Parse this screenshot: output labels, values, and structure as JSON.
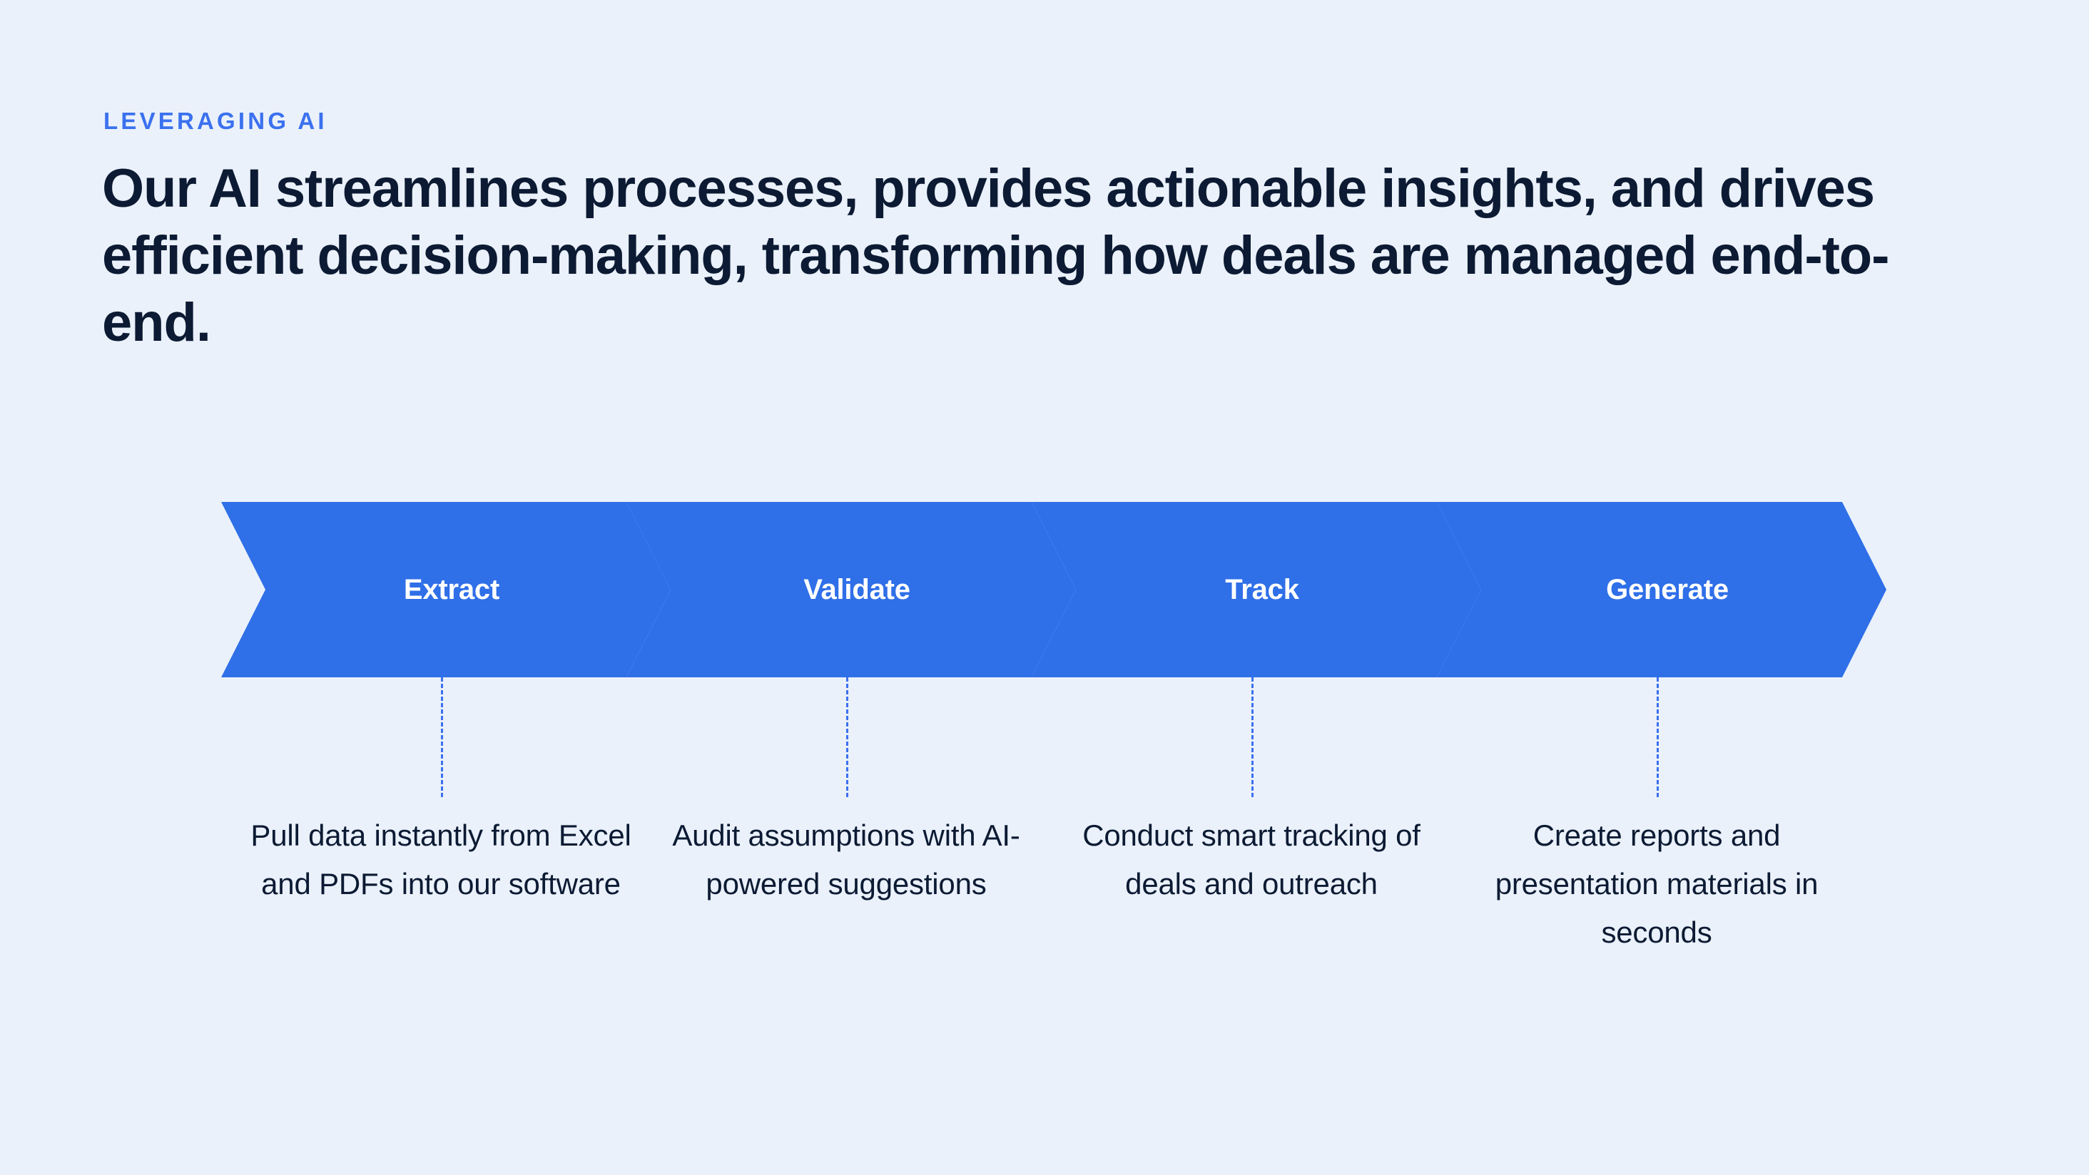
{
  "background_color": "#eaf1fa",
  "header": {
    "eyebrow": "LEVERAGING AI",
    "eyebrow_color": "#3b71ef",
    "headline": "Our AI streamlines processes, provides actionable insights, and drives efficient decision-making, transforming how deals are managed end-to-end.",
    "headline_color": "#0c1a33"
  },
  "flow": {
    "accent_color": "#2f6fe8",
    "connector_color": "#3b71ef",
    "steps": [
      {
        "label": "Extract",
        "caption": "Pull data instantly from Excel and PDFs into our software"
      },
      {
        "label": "Validate",
        "caption": "Audit assumptions with AI-powered suggestions"
      },
      {
        "label": "Track",
        "caption": "Conduct smart tracking of deals and outreach"
      },
      {
        "label": "Generate",
        "caption": "Create reports and presentation materials in seconds"
      }
    ]
  }
}
